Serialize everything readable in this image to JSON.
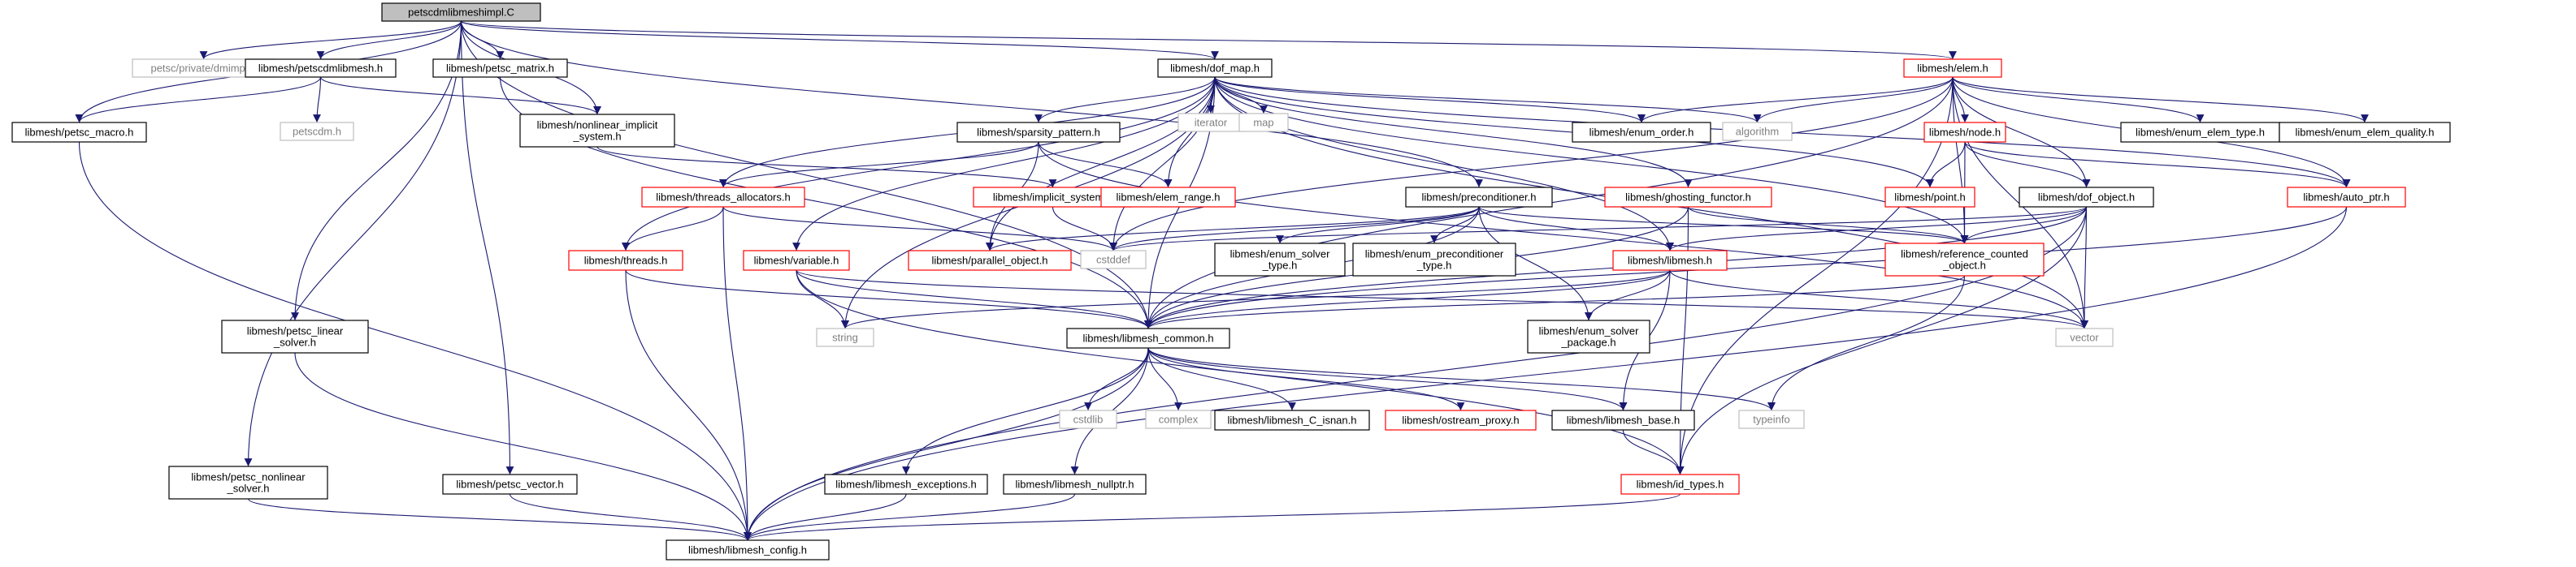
{
  "diagram": {
    "colors": {
      "edge": "#191970",
      "box_normal": "#000000",
      "box_partial": "#ff0000",
      "box_external": "#bfbfbf",
      "root_fill": "#bfbfbf",
      "text_external": "#808080"
    },
    "nodes": [
      {
        "id": "root",
        "label": "petscdmlibmeshimpl.C",
        "kind": "root"
      },
      {
        "id": "petsc_dmimpl",
        "label": "petsc/private/dmimpl.h",
        "kind": "external"
      },
      {
        "id": "petscdmlibmesh",
        "label": "libmesh/petscdmlibmesh.h",
        "kind": "normal"
      },
      {
        "id": "petsc_matrix",
        "label": "libmesh/petsc_matrix.h",
        "kind": "normal"
      },
      {
        "id": "dof_map",
        "label": "libmesh/dof_map.h",
        "kind": "normal"
      },
      {
        "id": "elem",
        "label": "libmesh/elem.h",
        "kind": "partial"
      },
      {
        "id": "petsc_macro",
        "label": "libmesh/petsc_macro.h",
        "kind": "normal"
      },
      {
        "id": "petscdm",
        "label": "petscdm.h",
        "kind": "external"
      },
      {
        "id": "nonlinear_implicit",
        "label": "libmesh/nonlinear_implicit\n_system.h",
        "kind": "normal"
      },
      {
        "id": "iterator",
        "label": "iterator",
        "kind": "external"
      },
      {
        "id": "map",
        "label": "map",
        "kind": "external"
      },
      {
        "id": "enum_order",
        "label": "libmesh/enum_order.h",
        "kind": "normal"
      },
      {
        "id": "algorithm",
        "label": "algorithm",
        "kind": "external"
      },
      {
        "id": "enum_elem_type",
        "label": "libmesh/enum_elem_type.h",
        "kind": "normal"
      },
      {
        "id": "enum_elem_quality",
        "label": "libmesh/enum_elem_quality.h",
        "kind": "normal"
      },
      {
        "id": "sparsity_pattern",
        "label": "libmesh/sparsity_pattern.h",
        "kind": "normal"
      },
      {
        "id": "node",
        "label": "libmesh/node.h",
        "kind": "partial"
      },
      {
        "id": "threads_allocators",
        "label": "libmesh/threads_allocators.h",
        "kind": "partial"
      },
      {
        "id": "implicit_system",
        "label": "libmesh/implicit_system.h",
        "kind": "partial"
      },
      {
        "id": "elem_range",
        "label": "libmesh/elem_range.h",
        "kind": "partial"
      },
      {
        "id": "ghosting_functor",
        "label": "libmesh/ghosting_functor.h",
        "kind": "partial"
      },
      {
        "id": "point",
        "label": "libmesh/point.h",
        "kind": "partial"
      },
      {
        "id": "dof_object",
        "label": "libmesh/dof_object.h",
        "kind": "normal"
      },
      {
        "id": "auto_ptr",
        "label": "libmesh/auto_ptr.h",
        "kind": "partial"
      },
      {
        "id": "preconditioner",
        "label": "libmesh/preconditioner.h",
        "kind": "normal"
      },
      {
        "id": "threads",
        "label": "libmesh/threads.h",
        "kind": "partial"
      },
      {
        "id": "parallel_object",
        "label": "libmesh/parallel_object.h",
        "kind": "partial"
      },
      {
        "id": "cstddef",
        "label": "cstddef",
        "kind": "external"
      },
      {
        "id": "variable",
        "label": "libmesh/variable.h",
        "kind": "partial"
      },
      {
        "id": "enum_solver_type",
        "label": "libmesh/enum_solver\n_type.h",
        "kind": "normal"
      },
      {
        "id": "enum_precond_type",
        "label": "libmesh/enum_preconditioner\n_type.h",
        "kind": "normal"
      },
      {
        "id": "libmesh",
        "label": "libmesh/libmesh.h",
        "kind": "partial"
      },
      {
        "id": "reference_counted",
        "label": "libmesh/reference_counted\n_object.h",
        "kind": "partial"
      },
      {
        "id": "string",
        "label": "string",
        "kind": "external"
      },
      {
        "id": "libmesh_common",
        "label": "libmesh/libmesh_common.h",
        "kind": "normal"
      },
      {
        "id": "enum_solver_package",
        "label": "libmesh/enum_solver\n_package.h",
        "kind": "normal"
      },
      {
        "id": "vector",
        "label": "vector",
        "kind": "external"
      },
      {
        "id": "petsc_linear_solver",
        "label": "libmesh/petsc_linear\n_solver.h",
        "kind": "normal"
      },
      {
        "id": "cstdlib",
        "label": "cstdlib",
        "kind": "external"
      },
      {
        "id": "complex",
        "label": "complex",
        "kind": "external"
      },
      {
        "id": "libmesh_c_isnan",
        "label": "libmesh/libmesh_C_isnan.h",
        "kind": "normal"
      },
      {
        "id": "ostream_proxy",
        "label": "libmesh/ostream_proxy.h",
        "kind": "partial"
      },
      {
        "id": "libmesh_base",
        "label": "libmesh/libmesh_base.h",
        "kind": "normal"
      },
      {
        "id": "typeinfo",
        "label": "typeinfo",
        "kind": "external"
      },
      {
        "id": "petsc_nonlinear_solver",
        "label": "libmesh/petsc_nonlinear\n_solver.h",
        "kind": "normal"
      },
      {
        "id": "petsc_vector",
        "label": "libmesh/petsc_vector.h",
        "kind": "normal"
      },
      {
        "id": "libmesh_exceptions",
        "label": "libmesh/libmesh_exceptions.h",
        "kind": "normal"
      },
      {
        "id": "libmesh_nullptr",
        "label": "libmesh/libmesh_nullptr.h",
        "kind": "normal"
      },
      {
        "id": "id_types",
        "label": "libmesh/id_types.h",
        "kind": "partial"
      },
      {
        "id": "libmesh_config",
        "label": "libmesh/libmesh_config.h",
        "kind": "normal"
      }
    ],
    "edges": [
      [
        "root",
        "petsc_dmimpl"
      ],
      [
        "root",
        "petscdmlibmesh"
      ],
      [
        "root",
        "petsc_matrix"
      ],
      [
        "root",
        "dof_map"
      ],
      [
        "root",
        "elem"
      ],
      [
        "root",
        "petsc_macro"
      ],
      [
        "root",
        "nonlinear_implicit"
      ],
      [
        "root",
        "preconditioner"
      ],
      [
        "root",
        "libmesh_common"
      ],
      [
        "root",
        "petsc_linear_solver"
      ],
      [
        "root",
        "petsc_nonlinear_solver"
      ],
      [
        "root",
        "petsc_vector"
      ],
      [
        "petscdmlibmesh",
        "petsc_macro"
      ],
      [
        "petscdmlibmesh",
        "petscdm"
      ],
      [
        "petscdmlibmesh",
        "nonlinear_implicit"
      ],
      [
        "petsc_matrix",
        "libmesh_common"
      ],
      [
        "petsc_macro",
        "libmesh_config"
      ],
      [
        "nonlinear_implicit",
        "implicit_system"
      ],
      [
        "dof_map",
        "iterator"
      ],
      [
        "dof_map",
        "map"
      ],
      [
        "dof_map",
        "enum_order"
      ],
      [
        "dof_map",
        "algorithm"
      ],
      [
        "dof_map",
        "sparsity_pattern"
      ],
      [
        "dof_map",
        "threads_allocators"
      ],
      [
        "dof_map",
        "elem_range"
      ],
      [
        "dof_map",
        "ghosting_functor"
      ],
      [
        "dof_map",
        "point"
      ],
      [
        "dof_map",
        "auto_ptr"
      ],
      [
        "dof_map",
        "threads"
      ],
      [
        "dof_map",
        "parallel_object"
      ],
      [
        "dof_map",
        "cstddef"
      ],
      [
        "dof_map",
        "variable"
      ],
      [
        "dof_map",
        "libmesh"
      ],
      [
        "dof_map",
        "reference_counted"
      ],
      [
        "dof_map",
        "string"
      ],
      [
        "dof_map",
        "libmesh_common"
      ],
      [
        "dof_map",
        "vector"
      ],
      [
        "elem",
        "enum_order"
      ],
      [
        "elem",
        "algorithm"
      ],
      [
        "elem",
        "enum_elem_type"
      ],
      [
        "elem",
        "enum_elem_quality"
      ],
      [
        "elem",
        "node"
      ],
      [
        "elem",
        "dof_object"
      ],
      [
        "elem",
        "auto_ptr"
      ],
      [
        "elem",
        "reference_counted"
      ],
      [
        "elem",
        "cstddef"
      ],
      [
        "elem",
        "libmesh_common"
      ],
      [
        "elem",
        "vector"
      ],
      [
        "elem",
        "id_types"
      ],
      [
        "sparsity_pattern",
        "threads_allocators"
      ],
      [
        "sparsity_pattern",
        "elem_range"
      ],
      [
        "sparsity_pattern",
        "parallel_object"
      ],
      [
        "sparsity_pattern",
        "vector"
      ],
      [
        "node",
        "point"
      ],
      [
        "node",
        "dof_object"
      ],
      [
        "node",
        "reference_counted"
      ],
      [
        "node",
        "auto_ptr"
      ],
      [
        "threads_allocators",
        "threads"
      ],
      [
        "threads_allocators",
        "cstddef"
      ],
      [
        "threads_allocators",
        "libmesh_config"
      ],
      [
        "implicit_system",
        "cstddef"
      ],
      [
        "ghosting_functor",
        "reference_counted"
      ],
      [
        "ghosting_functor",
        "libmesh_common"
      ],
      [
        "ghosting_functor",
        "id_types"
      ],
      [
        "dof_object",
        "reference_counted"
      ],
      [
        "dof_object",
        "libmesh"
      ],
      [
        "dof_object",
        "id_types"
      ],
      [
        "dof_object",
        "libmesh_common"
      ],
      [
        "dof_object",
        "vector"
      ],
      [
        "dof_object",
        "cstddef"
      ],
      [
        "dof_object",
        "libmesh_config"
      ],
      [
        "auto_ptr",
        "libmesh_config"
      ],
      [
        "auto_ptr",
        "libmesh_common"
      ],
      [
        "preconditioner",
        "reference_counted"
      ],
      [
        "preconditioner",
        "libmesh"
      ],
      [
        "preconditioner",
        "parallel_object"
      ],
      [
        "preconditioner",
        "enum_solver_type"
      ],
      [
        "preconditioner",
        "enum_precond_type"
      ],
      [
        "preconditioner",
        "enum_solver_package"
      ],
      [
        "preconditioner",
        "cstddef"
      ],
      [
        "preconditioner",
        "libmesh_common"
      ],
      [
        "threads",
        "libmesh_common"
      ],
      [
        "threads",
        "libmesh_config"
      ],
      [
        "variable",
        "string"
      ],
      [
        "variable",
        "libmesh_common"
      ],
      [
        "variable",
        "id_types"
      ],
      [
        "variable",
        "vector"
      ],
      [
        "libmesh",
        "libmesh_common"
      ],
      [
        "libmesh",
        "enum_solver_package"
      ],
      [
        "libmesh",
        "libmesh_base"
      ],
      [
        "libmesh",
        "vector"
      ],
      [
        "libmesh",
        "string"
      ],
      [
        "reference_counted",
        "libmesh_common"
      ],
      [
        "reference_counted",
        "typeinfo"
      ],
      [
        "libmesh_common",
        "libmesh_config"
      ],
      [
        "libmesh_common",
        "cstdlib"
      ],
      [
        "libmesh_common",
        "complex"
      ],
      [
        "libmesh_common",
        "libmesh_c_isnan"
      ],
      [
        "libmesh_common",
        "ostream_proxy"
      ],
      [
        "libmesh_common",
        "libmesh_base"
      ],
      [
        "libmesh_common",
        "typeinfo"
      ],
      [
        "libmesh_common",
        "libmesh_exceptions"
      ],
      [
        "libmesh_common",
        "libmesh_nullptr"
      ],
      [
        "libmesh_base",
        "id_types"
      ],
      [
        "libmesh_exceptions",
        "libmesh_config"
      ],
      [
        "libmesh_nullptr",
        "libmesh_config"
      ],
      [
        "id_types",
        "libmesh_config"
      ],
      [
        "petsc_linear_solver",
        "libmesh_config"
      ],
      [
        "petsc_nonlinear_solver",
        "libmesh_config"
      ],
      [
        "petsc_vector",
        "libmesh_config"
      ]
    ]
  }
}
